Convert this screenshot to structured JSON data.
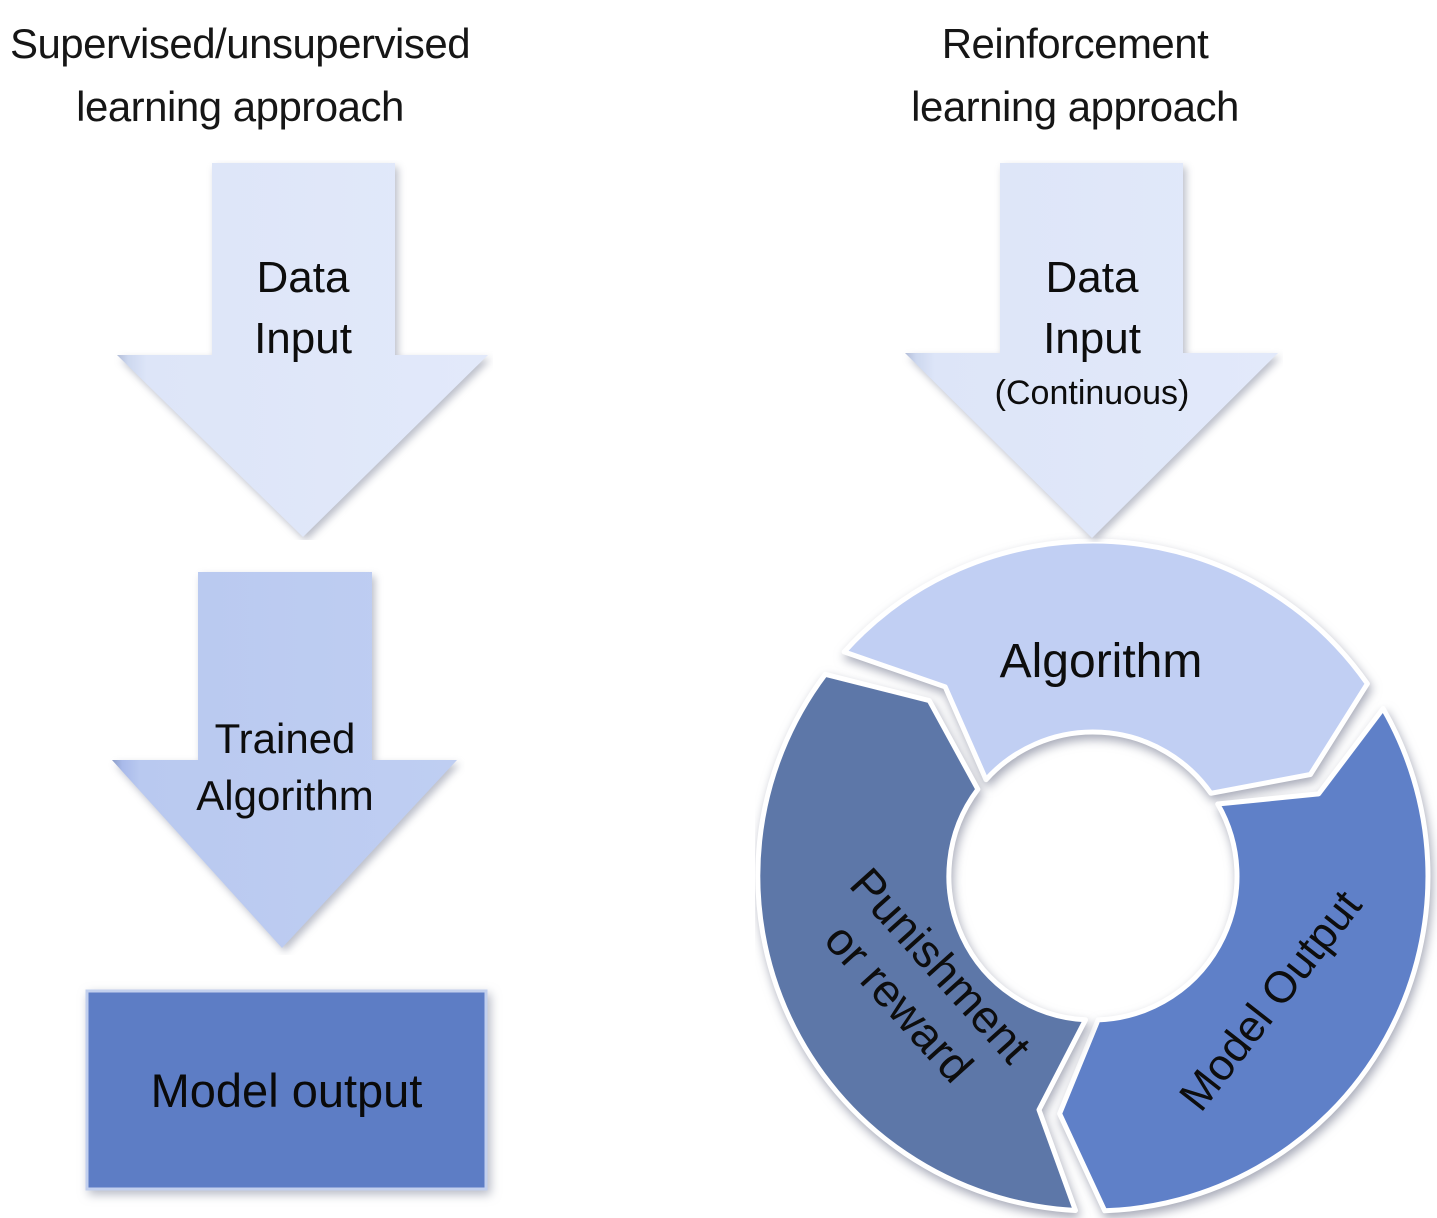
{
  "left_panel": {
    "title_line1": "Supervised/unsupervised",
    "title_line2": "learning approach",
    "data_input_arrow": {
      "line1": "Data",
      "line2": "Input"
    },
    "trained_algorithm_arrow": {
      "line1": "Trained",
      "line2": "Algorithm"
    },
    "model_output_box_label": "Model output"
  },
  "right_panel": {
    "title_line1": "Reinforcement",
    "title_line2": "learning approach",
    "data_input_arrow": {
      "line1": "Data",
      "line2": "Input",
      "note": "(Continuous)"
    },
    "cycle": {
      "algorithm_label": "Algorithm",
      "model_output_label": "Model Output",
      "punishment_line1": "Punishment",
      "punishment_line2": "or reward",
      "flow": "clockwise"
    }
  },
  "colors": {
    "arrow_light": "#dde5f8",
    "arrow_light_edge": "#e2e9fa",
    "arrow_medium": "#b9c9f0",
    "arrow_medium_edge": "#bfcef2",
    "box_blue": "#5d7dc5",
    "box_border": "#c2d0ee",
    "segment_light": "#c1cff3",
    "segment_medium": "#5f80c8",
    "segment_dark": "#5d77a8",
    "text": "#111111"
  }
}
